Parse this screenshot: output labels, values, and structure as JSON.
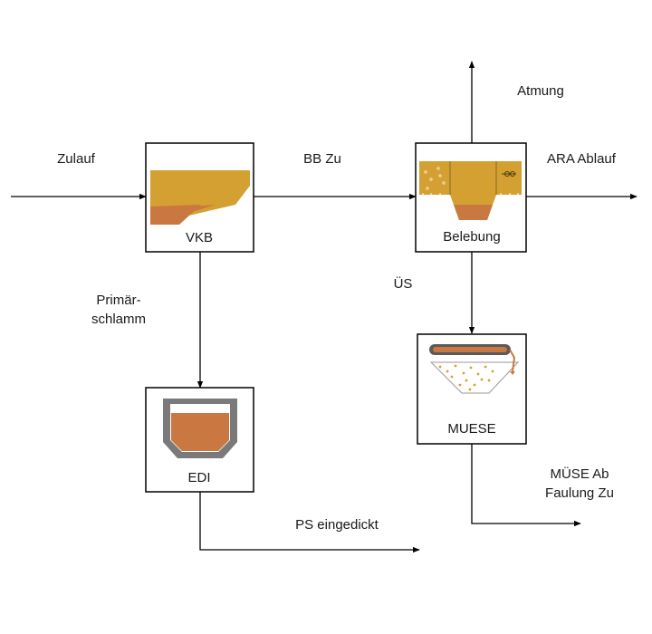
{
  "colors": {
    "sludge_gold": "#d4a032",
    "sludge_brown": "#c87840",
    "frame_gray": "#7a7a7a",
    "line": "#000000"
  },
  "nodes": {
    "vkb": {
      "label": "VKB"
    },
    "belebung": {
      "label": "Belebung"
    },
    "edi": {
      "label": "EDI"
    },
    "muese": {
      "label": "MUESE"
    }
  },
  "flows": {
    "zulauf": "Zulauf",
    "bb_zu": "BB Zu",
    "atmung": "Atmung",
    "ara_ablauf": "ARA Ablauf",
    "primaerschlamm_1": "Primär-",
    "primaerschlamm_2": "schlamm",
    "us": "ÜS",
    "ps_eingedickt": "PS eingedickt",
    "muese_ab": "MÜSE Ab",
    "faulung_zu": "Faulung Zu"
  }
}
